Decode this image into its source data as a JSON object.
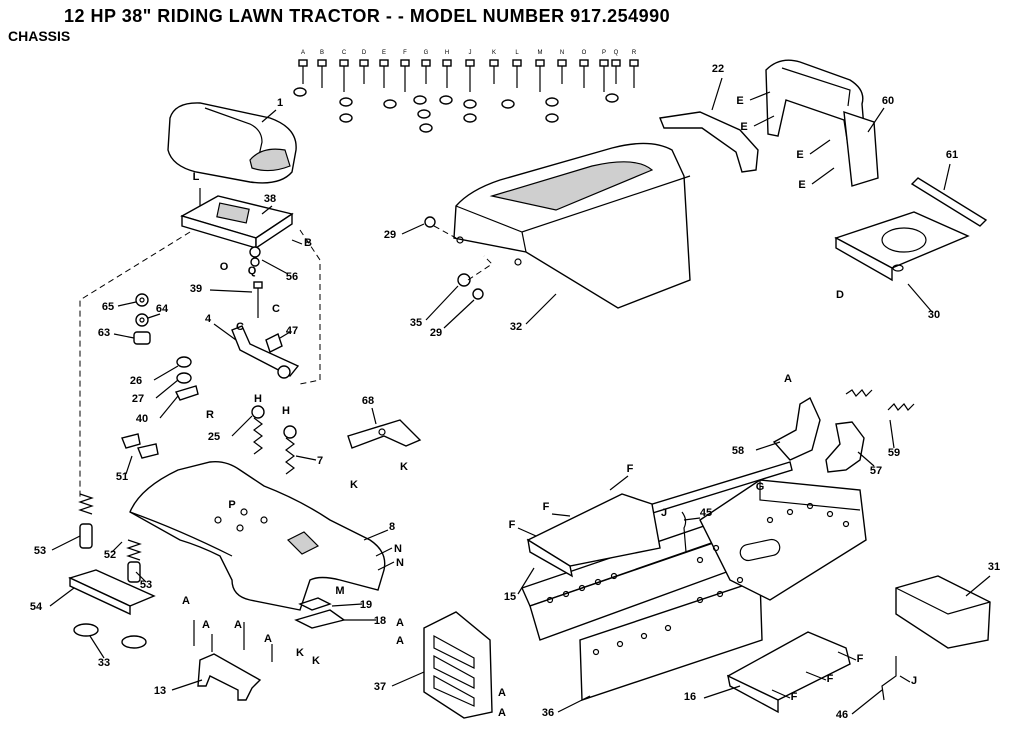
{
  "header": {
    "title": "12 HP 38\" RIDING LAWN TRACTOR - - MODEL NUMBER 917.254990",
    "subtitle": "CHASSIS"
  },
  "hardware_letters": [
    "A",
    "B",
    "C",
    "D",
    "E",
    "F",
    "G",
    "H",
    "J",
    "K",
    "L",
    "M",
    "N",
    "O",
    "P",
    "Q",
    "R"
  ],
  "callouts": {
    "c1": "1",
    "c4": "4",
    "c7": "7",
    "c8": "8",
    "c13": "13",
    "c15": "15",
    "c16": "16",
    "c18": "18",
    "c19": "19",
    "c22": "22",
    "c25": "25",
    "c26": "26",
    "c27": "27",
    "c29a": "29",
    "c29b": "29",
    "c30": "30",
    "c31": "31",
    "c32": "32",
    "c33": "33",
    "c35": "35",
    "c36": "36",
    "c37": "37",
    "c38": "38",
    "c39": "39",
    "c40": "40",
    "c45": "45",
    "c46": "46",
    "c47": "47",
    "c51": "51",
    "c52": "52",
    "c53a": "53",
    "c53b": "53",
    "c54": "54",
    "c56": "56",
    "c57": "57",
    "c58": "58",
    "c59": "59",
    "c60": "60",
    "c61": "61",
    "c63": "63",
    "c64": "64",
    "c65": "65",
    "c68": "68"
  },
  "letters": {
    "L": "L",
    "B": "B",
    "O": "O",
    "Q": "Q",
    "C1": "C",
    "C2": "C",
    "R": "R",
    "H1": "H",
    "H2": "H",
    "P": "P",
    "K1": "K",
    "K2": "K",
    "K3": "K",
    "K4": "K",
    "N1": "N",
    "N2": "N",
    "M": "M",
    "A1": "A",
    "A2": "A",
    "A3": "A",
    "A4": "A",
    "A5": "A",
    "A6": "A",
    "A7": "A",
    "A8": "A",
    "A9": "A",
    "D": "D",
    "E1": "E",
    "E2": "E",
    "E3": "E",
    "E4": "E",
    "F1": "F",
    "F2": "F",
    "F3": "F",
    "F4": "F",
    "F5": "F",
    "F6": "F",
    "G": "G",
    "J1": "J",
    "J2": "J"
  }
}
